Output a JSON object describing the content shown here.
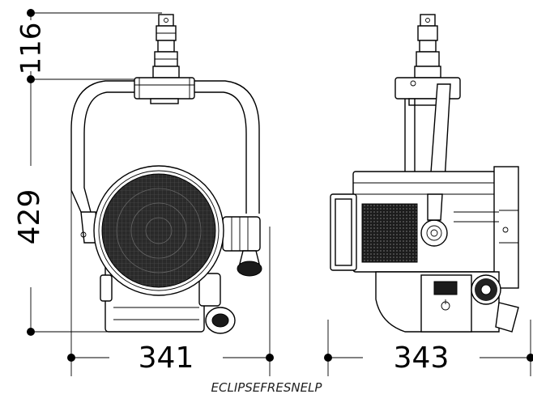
{
  "dimensions": {
    "top_height": "116",
    "body_height": "429",
    "front_width": "341",
    "side_width": "343"
  },
  "caption": "ECLIPSEFRESNELP",
  "colors": {
    "line": "#000000",
    "lens": "#1a1a1a",
    "background": "#ffffff"
  }
}
